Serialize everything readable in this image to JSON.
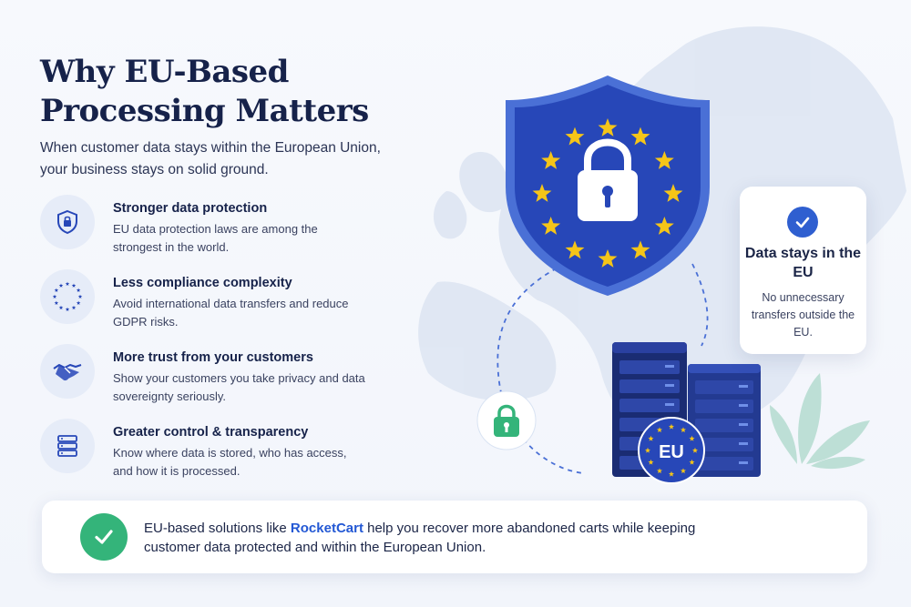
{
  "title": "Why EU-Based Processing Matters",
  "subtitle": "When customer data stays within the European Union, your business stays on solid ground.",
  "features": [
    {
      "icon": "shield-lock-icon",
      "title": "Stronger data protection",
      "description": "EU data protection laws are among the strongest in the world."
    },
    {
      "icon": "eu-stars-icon",
      "title": "Less compliance complexity",
      "description": "Avoid international data transfers and reduce GDPR risks."
    },
    {
      "icon": "handshake-icon",
      "title": "More trust from your customers",
      "description": "Show your customers you take privacy and data sovereignty seriously."
    },
    {
      "icon": "server-stack-icon",
      "title": "Greater control & transparency",
      "description": "Know where data is stored, who has access, and how it is processed."
    }
  ],
  "card": {
    "icon": "checkmark-icon",
    "title": "Data stays in the EU",
    "description": "No unnecessary transfers outside the EU."
  },
  "server_badge": "EU",
  "banner": {
    "icon": "checkmark-icon",
    "text_before": "EU-based solutions like ",
    "brand": "RocketCart",
    "text_after": " help you recover more abandoned carts while keeping customer data protected and within the European Union."
  },
  "colors": {
    "navy": "#16224a",
    "eu_blue": "#2747b8",
    "star_gold": "#f5c518",
    "green": "#34b47a",
    "brand_blue": "#2358d4"
  }
}
